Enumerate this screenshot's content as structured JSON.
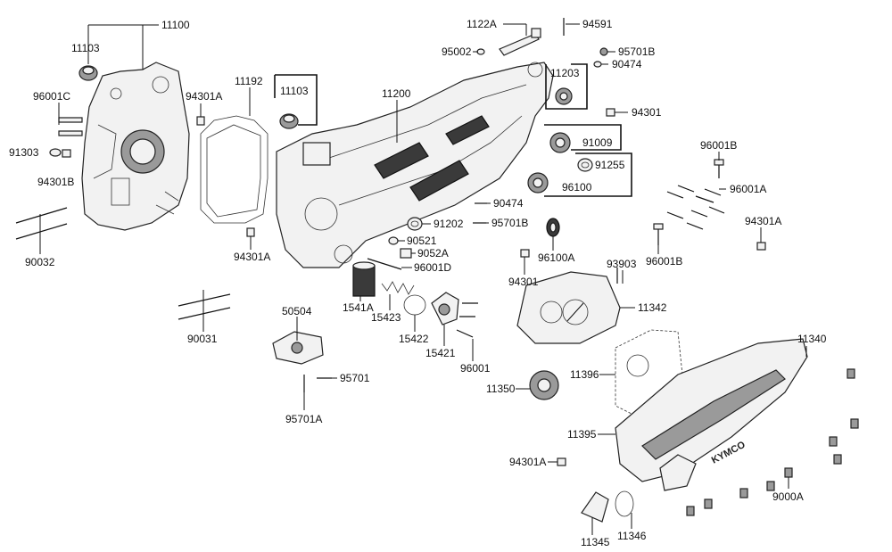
{
  "diagram": {
    "brand_logo": "KYMCO",
    "part_numbers": {
      "p11100": "11100",
      "p11103a": "11103",
      "p96001c": "96001C",
      "p91303": "91303",
      "p94301b": "94301B",
      "p90032": "90032",
      "p94301a_1": "94301A",
      "p11192": "11192",
      "p94301a_2": "94301A",
      "p90031": "90031",
      "p11103b": "11103",
      "p11200": "11200",
      "p1122a": "1122A",
      "p94591": "94591",
      "p95002": "95002",
      "p95701b_1": "95701B",
      "p90474_1": "90474",
      "p11203": "11203",
      "p94301_1": "94301",
      "p91009": "91009",
      "p91255": "91255",
      "p96100": "96100",
      "p96001b_1": "96001B",
      "p96001a": "96001A",
      "p94301a_3": "94301A",
      "p90474_2": "90474",
      "p91202": "91202",
      "p95701b_2": "95701B",
      "p90521": "90521",
      "p9052a": "9052A",
      "p96001d": "96001D",
      "p96100a": "96100A",
      "p96001b_2": "96001B",
      "p93903": "93903",
      "p94301_2": "94301",
      "p1541a": "1541A",
      "p15423": "15423",
      "p15422": "15422",
      "p15421": "15421",
      "p96001": "96001",
      "p11342": "11342",
      "p50504": "50504",
      "p95701": "95701",
      "p95701a": "95701A",
      "p11350": "11350",
      "p11396": "11396",
      "p11340": "11340",
      "p11395": "11395",
      "p94301a_4": "94301A",
      "p9000a": "9000A",
      "p11345": "11345",
      "p11346": "11346"
    }
  }
}
